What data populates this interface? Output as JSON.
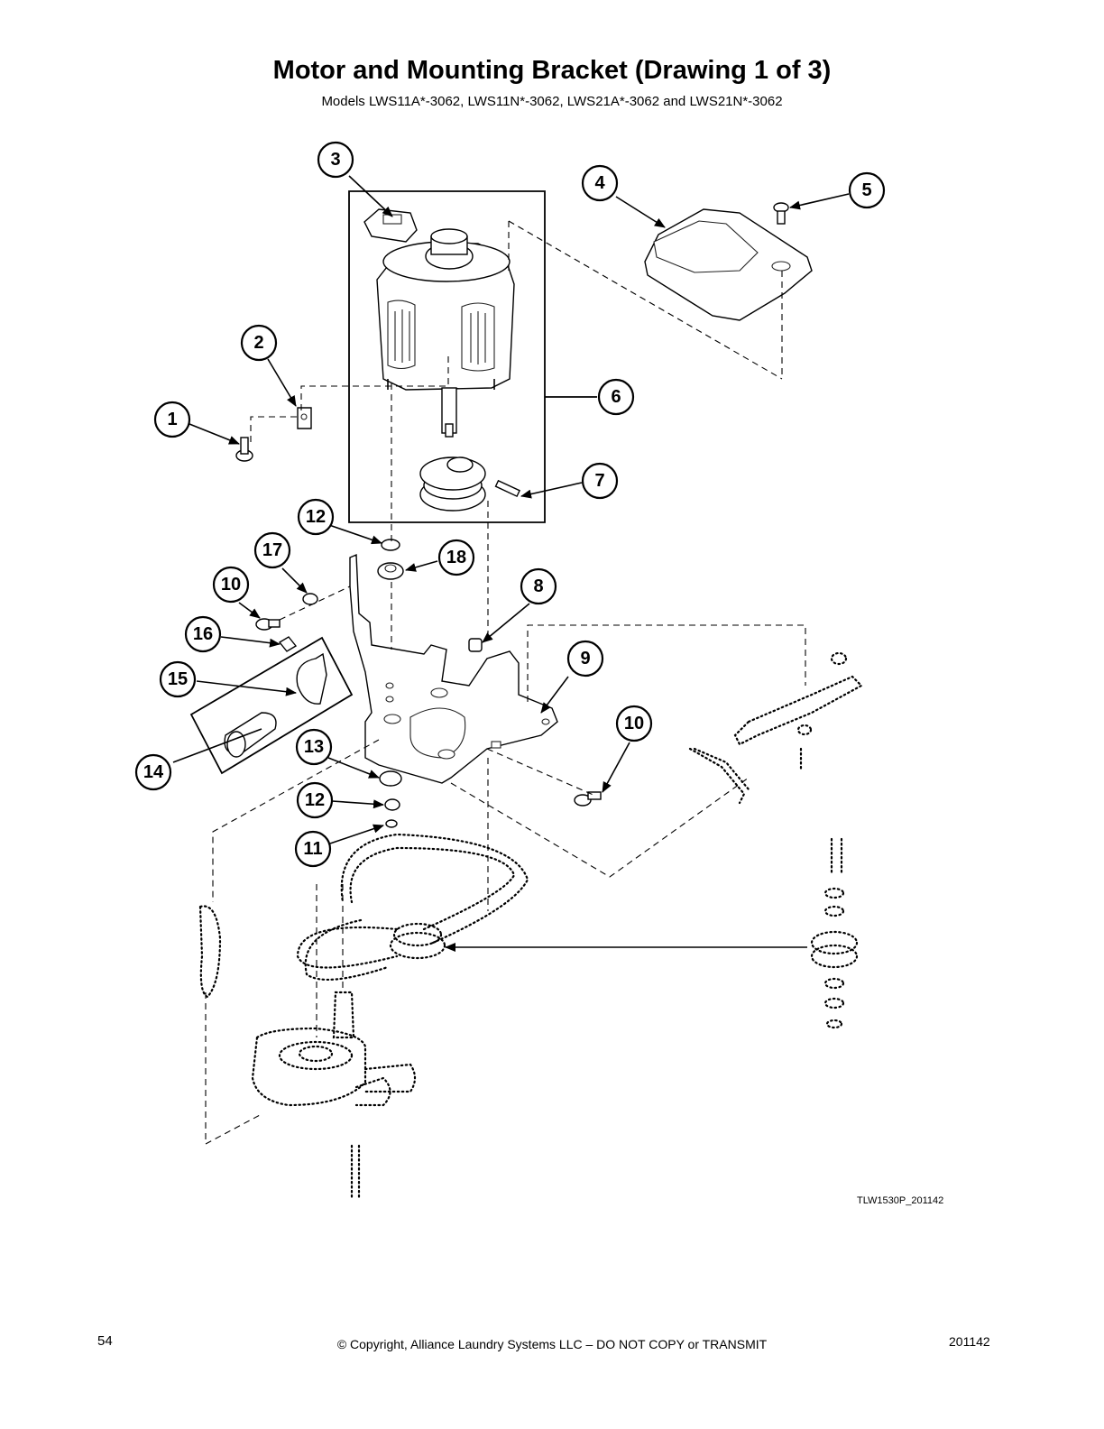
{
  "header": {
    "title": "Motor and Mounting Bracket (Drawing 1 of 3)",
    "subtitle": "Models LWS11A*-3062, LWS11N*-3062, LWS21A*-3062 and LWS21N*-3062"
  },
  "diagram": {
    "drawing_code": "TLW1530P_201142",
    "callouts": [
      "1",
      "2",
      "3",
      "4",
      "5",
      "6",
      "7",
      "8",
      "9",
      "10",
      "10",
      "11",
      "12",
      "12",
      "13",
      "14",
      "15",
      "16",
      "17",
      "18"
    ]
  },
  "footer": {
    "page_number": "54",
    "copyright": "© Copyright, Alliance Laundry Systems LLC – DO NOT COPY or TRANSMIT",
    "code": "201142"
  }
}
